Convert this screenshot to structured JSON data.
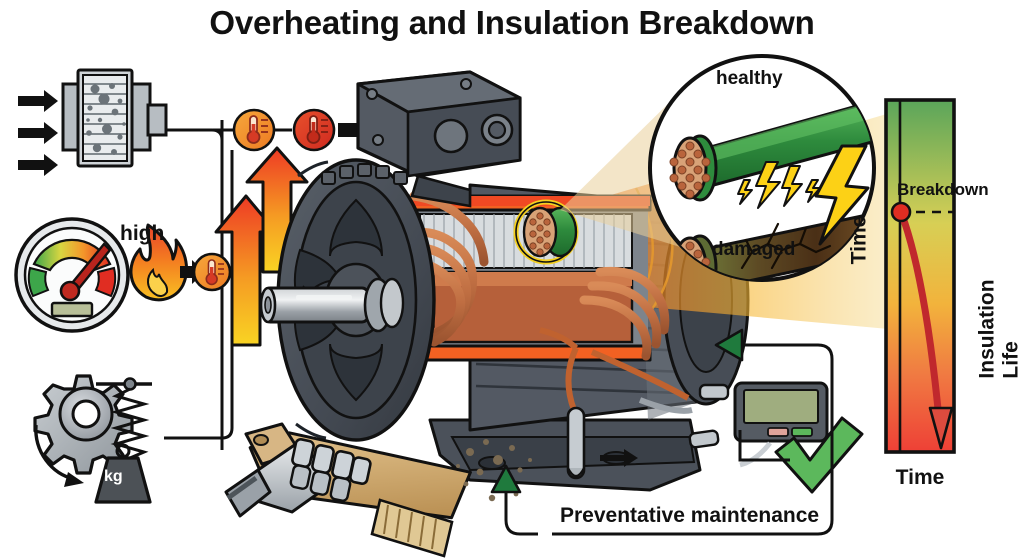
{
  "title": "Overheating and Insulation Breakdown",
  "labels": {
    "high": "high",
    "kg": "kg",
    "preventative_maintenance": "Preventative maintenance"
  },
  "magnifier": {
    "healthy": "healthy",
    "damaged": "damaged"
  },
  "chart_data": {
    "type": "line",
    "title": "",
    "xlabel": "Time",
    "ylabel": "Insulation Life",
    "ylabel_left": "Time",
    "annotations": [
      "Breakdown"
    ],
    "breakdown_label": "Breakdown",
    "grid": false,
    "legend": false,
    "xlim": [
      0,
      100
    ],
    "ylim": [
      0,
      100
    ],
    "gradient_stops": [
      {
        "pos": 0,
        "color": "#5aa55a"
      },
      {
        "pos": 35,
        "color": "#d7cf55"
      },
      {
        "pos": 58,
        "color": "#f2b33c"
      },
      {
        "pos": 78,
        "color": "#f07a42"
      },
      {
        "pos": 100,
        "color": "#ee4036"
      }
    ],
    "breakdown_point": {
      "x": 6,
      "y": 68
    },
    "series": [
      {
        "name": "Insulation Life",
        "color": "#c0282d",
        "x": [
          6,
          14,
          26,
          40,
          56,
          72,
          86,
          96
        ],
        "y": [
          68,
          63,
          54,
          42,
          30,
          18,
          8,
          2
        ]
      }
    ]
  },
  "icons": {
    "clogged_filter": "clogged-air-filter-icon",
    "gauge": "gauge-icon",
    "flame": "flame-icon",
    "gear": "gear-icon",
    "spring_weight": "spring-weight-icon",
    "thermometer_1": "thermometer-icon",
    "thermometer_2": "thermometer-icon",
    "thermometer_3": "thermometer-icon",
    "heat_arrow_1": "heat-arrow-up-icon",
    "heat_arrow_2": "heat-arrow-up-icon",
    "motor": "electric-motor-cutaway-icon",
    "magnifier": "magnifier-circle-icon",
    "wire_healthy": "healthy-wire-icon",
    "wire_damaged": "damaged-wire-icon",
    "spark": "lightning-spark-icon",
    "robot_hand_brush": "robot-hand-brush-icon",
    "temperature_probe": "temperature-probe-icon",
    "meter_device": "measurement-meter-icon",
    "check": "check-mark-icon",
    "feedback_arrow_top": "green-arrow-left-icon",
    "feedback_arrow_bottom": "green-arrow-up-icon",
    "airflow_arrows": "airflow-arrow-icon",
    "process_arrow": "black-arrow-right-icon"
  },
  "colors": {
    "heat_hot": "#ee3b24",
    "heat_warm": "#f6a01f",
    "heat_orange": "#f26122",
    "motor_body": "#4a5058",
    "motor_body_dark": "#343a42",
    "copper": "#c8734a",
    "green_ok": "#4fae4c",
    "green_dark": "#1f7a3d",
    "chart_red": "#c0282d",
    "gray_metal": "#b7bbbf",
    "steel": "#8e949b"
  }
}
